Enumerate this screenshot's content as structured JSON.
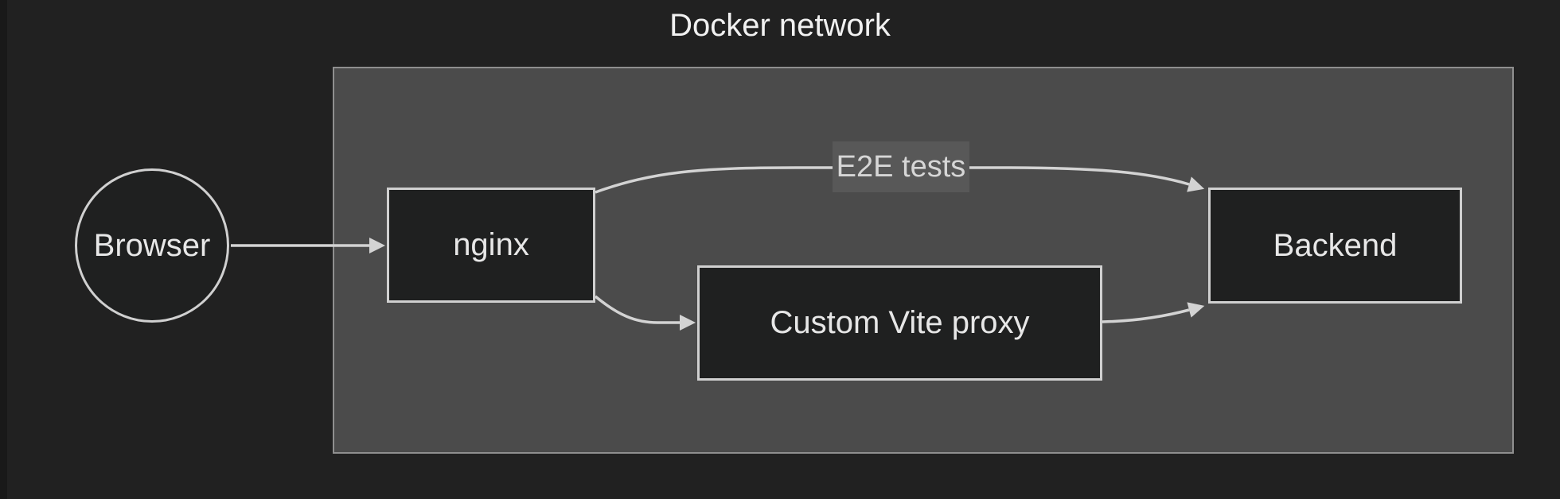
{
  "diagram": {
    "type": "flowchart",
    "background_color": "#212121",
    "window_edge_color": "#191919",
    "line_color": "#d3d3d3",
    "node_fill": "#1f2020",
    "node_border_color": "#d0d0d0",
    "node_text_color": "#e7e7e7",
    "cluster": {
      "label": "Docker network",
      "fill": "#4b4b4b",
      "border_color": "#8f8f8f",
      "title_color": "#f1f1f1"
    },
    "nodes": [
      {
        "id": "browser",
        "label": "Browser",
        "shape": "circle"
      },
      {
        "id": "nginx",
        "label": "nginx",
        "shape": "rectangle"
      },
      {
        "id": "custom-vite-proxy",
        "label": "Custom Vite proxy",
        "shape": "rectangle"
      },
      {
        "id": "backend",
        "label": "Backend",
        "shape": "rectangle"
      }
    ],
    "edges": [
      {
        "from": "browser",
        "to": "nginx",
        "label": ""
      },
      {
        "from": "nginx",
        "to": "backend",
        "label": "E2E tests",
        "label_bg": "#585858",
        "label_text_color": "#d6d6d6"
      },
      {
        "from": "nginx",
        "to": "custom-vite-proxy",
        "label": ""
      },
      {
        "from": "custom-vite-proxy",
        "to": "backend",
        "label": ""
      }
    ]
  }
}
